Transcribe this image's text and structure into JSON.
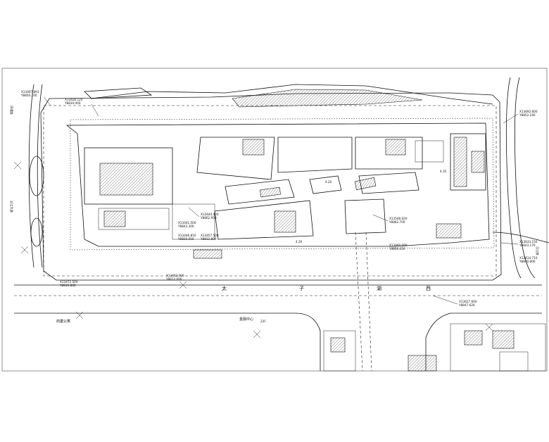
{
  "drawing": {
    "callouts": {
      "top_left_1": "X13407.893",
      "top_left_2": "Y8850.100",
      "top_1": "X13426.120",
      "top_2": "Y8834.400",
      "top_right_1": "X13692.600",
      "top_right_2": "Y8852.240",
      "mid_1": "X13444.400",
      "mid_2": "Y8862.950",
      "mid_3": "X13441.500",
      "mid_4": "Y8843.300",
      "mid_5": "X13446.810",
      "mid_6": "Y8820.050",
      "mid_7": "X13457.500",
      "mid_8": "Y8812.800",
      "right_1": "X13548.020",
      "right_2": "Y8862.700",
      "right_3": "X13633.150",
      "right_4": "Y8843.170",
      "right_5": "X13614.710",
      "right_6": "Y8840.800",
      "bottom_1": "X13462.000",
      "bottom_2": "Y8812.000",
      "bottom_3": "X13627.600",
      "bottom_4": "Y8847.620",
      "bottom_5": "X13472.500",
      "bottom_6": "Y8810.800",
      "bottom_7": "X13460.000",
      "bottom_8": "Y8830.050"
    },
    "levels": {
      "l1": "4.20",
      "l2": "4.35",
      "l3": "4.20"
    },
    "street_chars": {
      "s1": "太",
      "s2": "子",
      "s3": "湖",
      "s4": "西"
    },
    "area_labels": {
      "a1": "商業公寓",
      "a2": "金融中心",
      "a3": "沿江大道",
      "a4": "四環路",
      "a5": "汉江路",
      "a6": "22F"
    }
  }
}
